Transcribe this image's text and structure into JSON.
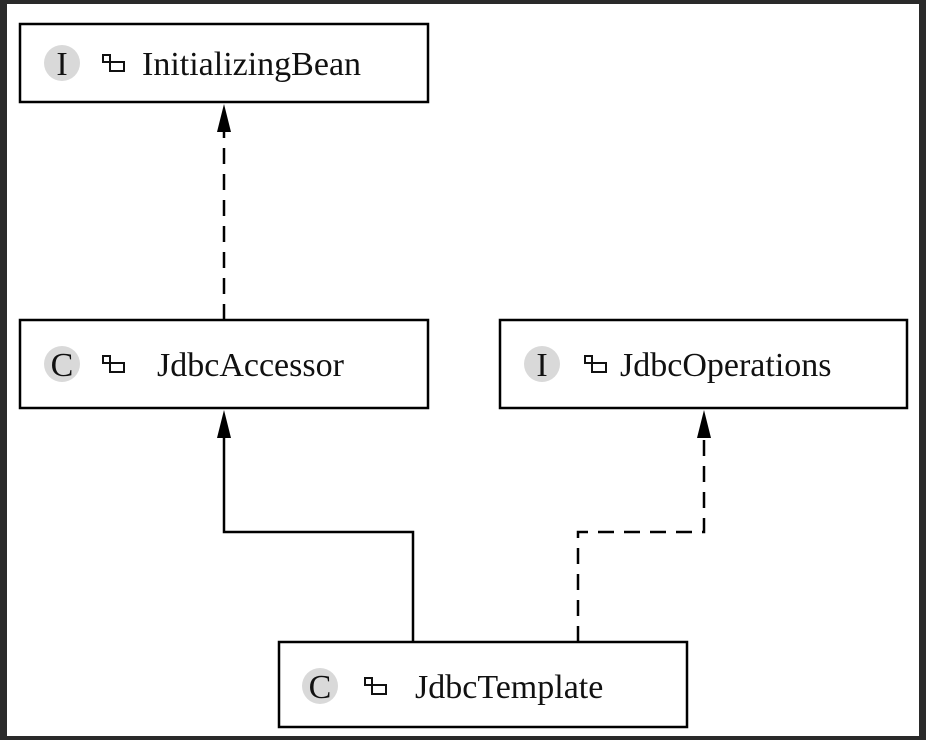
{
  "nodes": {
    "initializing_bean": {
      "kind": "I",
      "label": "InitializingBean"
    },
    "jdbc_accessor": {
      "kind": "C",
      "label": "JdbcAccessor"
    },
    "jdbc_operations": {
      "kind": "I",
      "label": "JdbcOperations"
    },
    "jdbc_template": {
      "kind": "C",
      "label": "JdbcTemplate"
    }
  },
  "edges": [
    {
      "from": "jdbc_accessor",
      "to": "initializing_bean",
      "style": "dashed"
    },
    {
      "from": "jdbc_template",
      "to": "jdbc_accessor",
      "style": "solid"
    },
    {
      "from": "jdbc_template",
      "to": "jdbc_operations",
      "style": "dashed"
    }
  ],
  "colors": {
    "badge_fill": "#d9d9d9",
    "stroke": "#000000",
    "background": "#ffffff"
  }
}
